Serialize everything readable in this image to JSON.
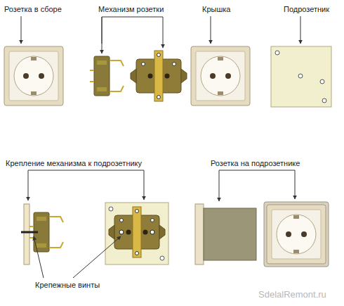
{
  "diagram": {
    "labels": [
      "Розетка в сборе",
      "Механизм розетки",
      "Крышка",
      "Подрозетник",
      "Крепление механизма к подрозетнику",
      "Розетка на подрозетнике",
      "Крепежные винты",
      "SdelalRemont.ru"
    ]
  }
}
